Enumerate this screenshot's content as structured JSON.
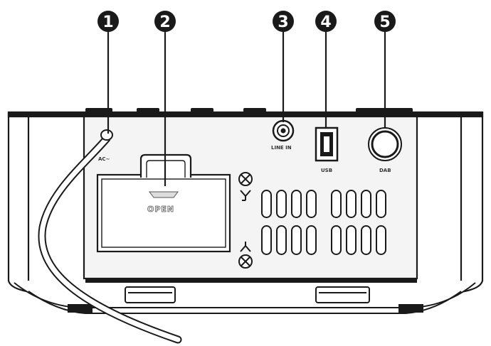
{
  "callouts": [
    {
      "number": "1"
    },
    {
      "number": "2"
    },
    {
      "number": "3"
    },
    {
      "number": "4"
    },
    {
      "number": "5"
    }
  ],
  "labels": {
    "ac": "AC~",
    "open": "OPEN",
    "line_in": "LINE IN",
    "usb": "USB",
    "dab": "DAB"
  },
  "colors": {
    "ink": "#1a1a1a",
    "panel_tint": "#f4f4f4",
    "body_fill": "#ffffff"
  },
  "icons": [
    "screw-icon",
    "arrow-up-icon",
    "arrow-down-icon"
  ]
}
